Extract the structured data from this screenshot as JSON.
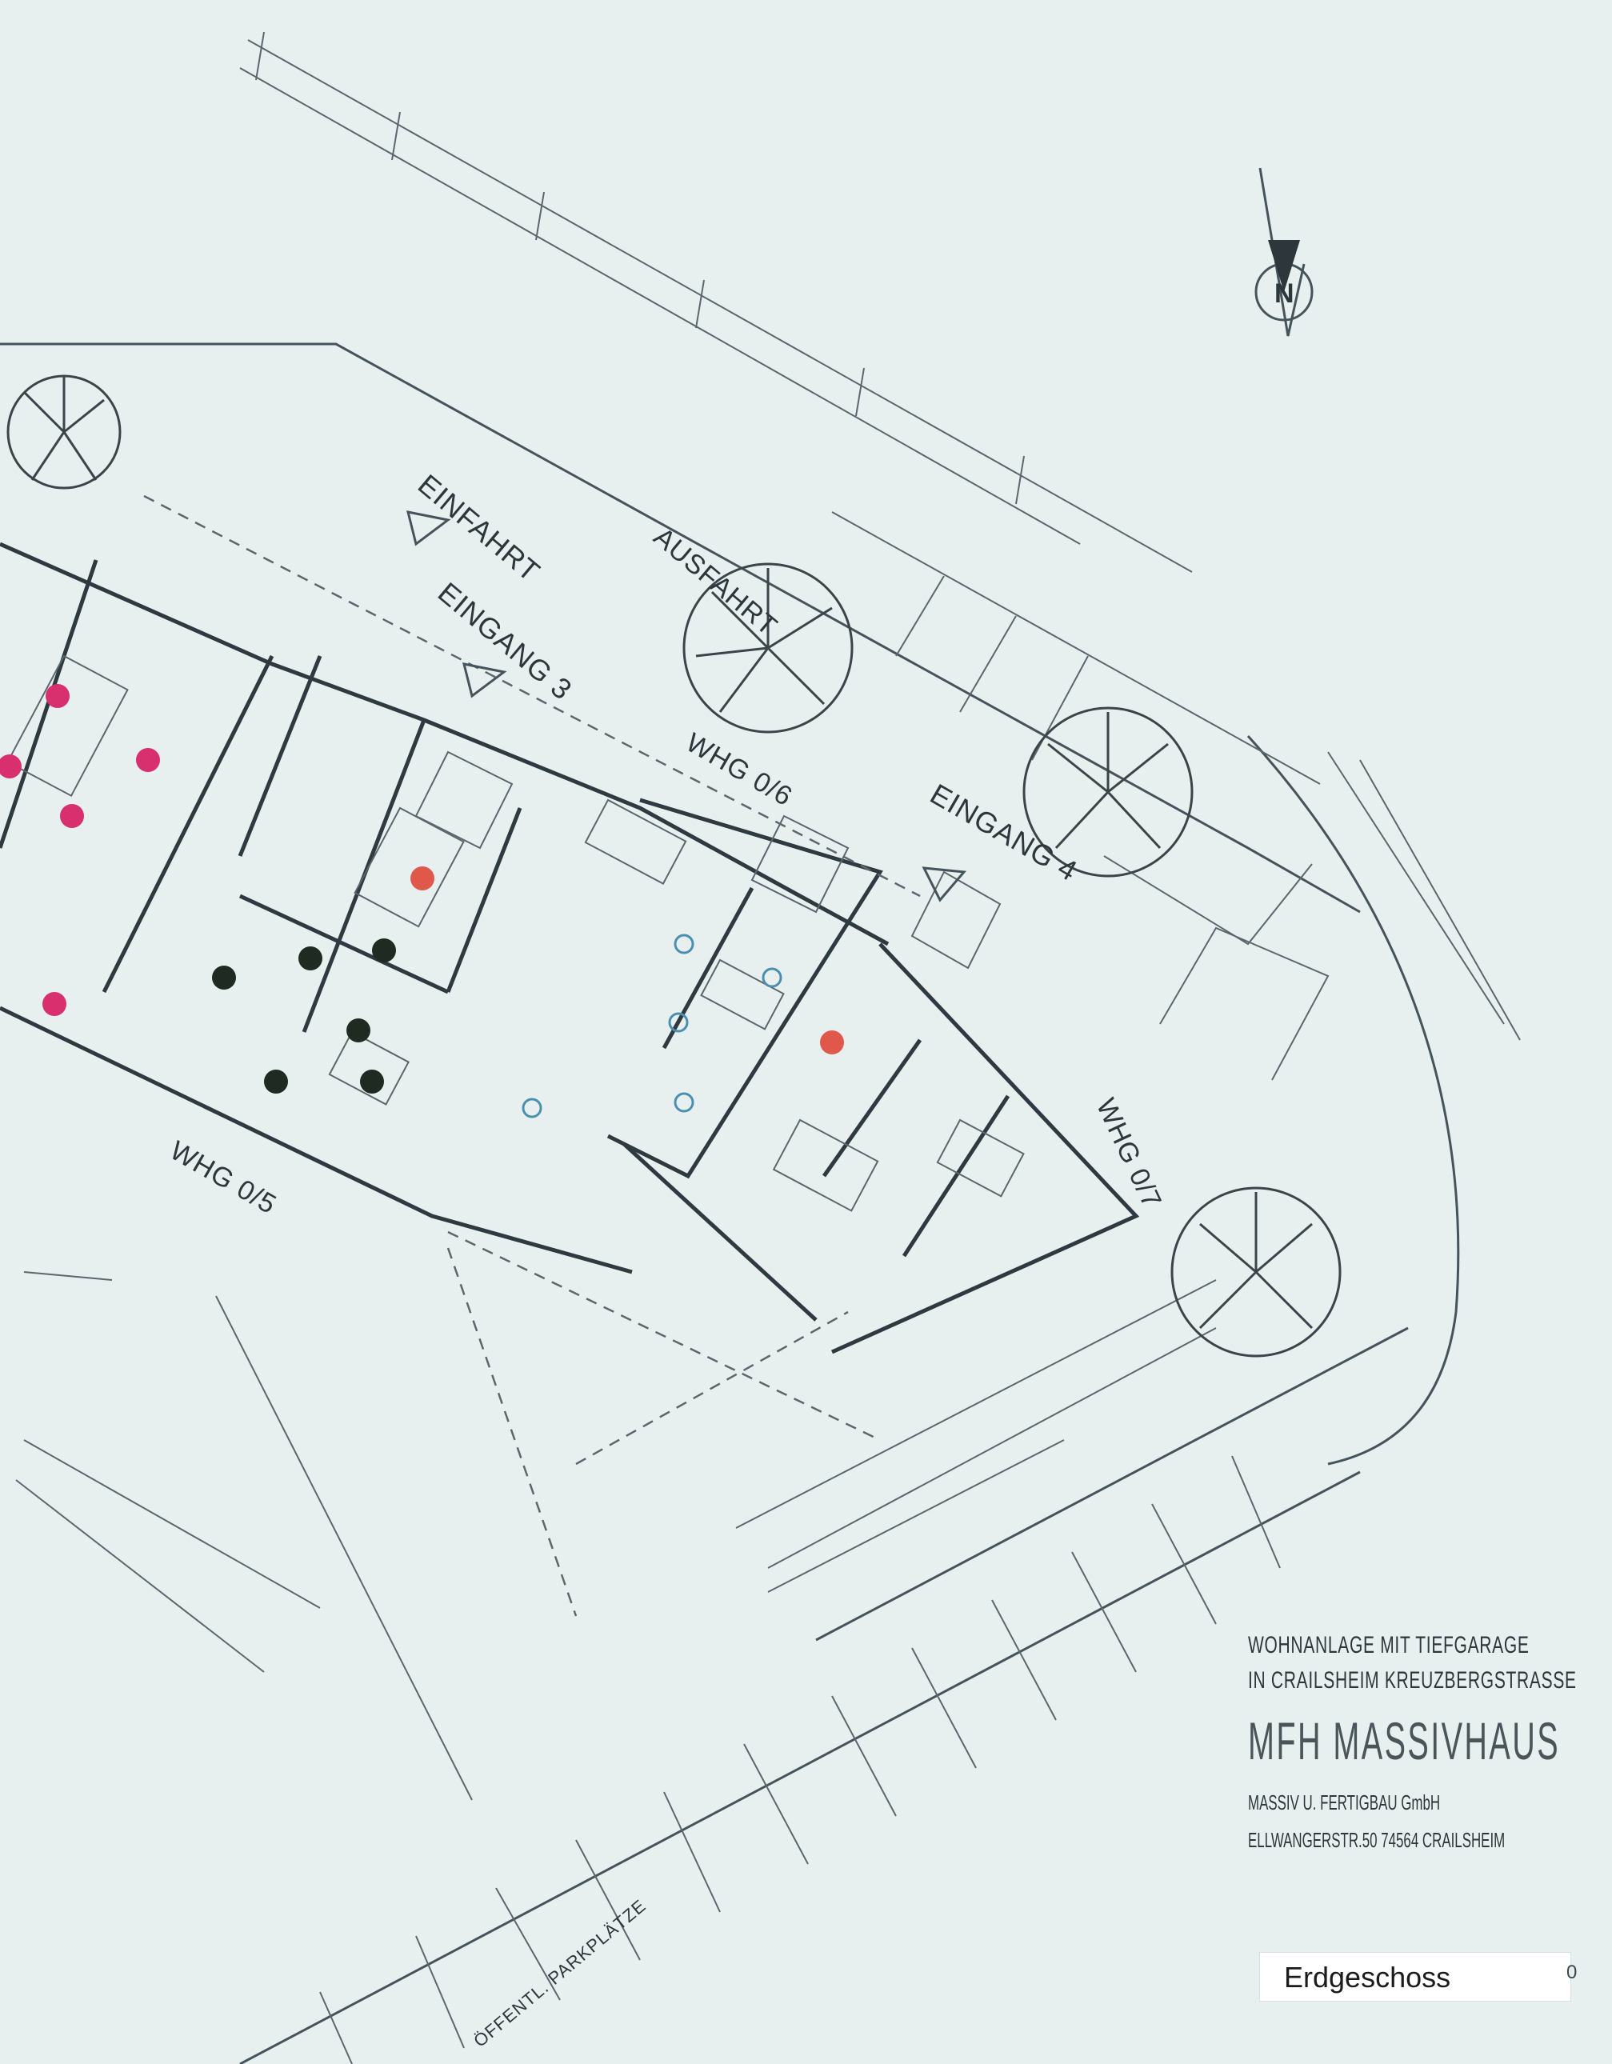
{
  "labels": {
    "einfahrt": "EINFAHRT",
    "ausfahrt": "AUSFAHRT",
    "eingang3": "EINGANG 3",
    "eingang4": "EINGANG 4",
    "whg06": "WHG 0/6",
    "whg05": "WHG 0/5",
    "whg07": "WHG 0/7",
    "oeffentl_parkplaetze": "ÖFFENTL. PARKPLÄTZE"
  },
  "north_arrow": {
    "letter": "N"
  },
  "title_block": {
    "line1": "WOHNANLAGE MIT TIEFGARAGE",
    "line2": "IN CRAILSHEIM KREUZBERGSTRASSE",
    "brand": "MFH MASSIVHAUS",
    "company": "MASSIV U. FERTIGBAU GmbH",
    "address": "ELLWANGERSTR.50 74564 CRAILSHEIM",
    "sheet_mark": "0"
  },
  "floor_label": "Erdgeschoss",
  "colors": {
    "marker_magenta": "#d8306e",
    "marker_red": "#e0584a",
    "marker_black": "#1e2a22",
    "marker_blue_ring": "#4a8fb0",
    "line": "#46535a",
    "paper": "#e8f0ef"
  }
}
